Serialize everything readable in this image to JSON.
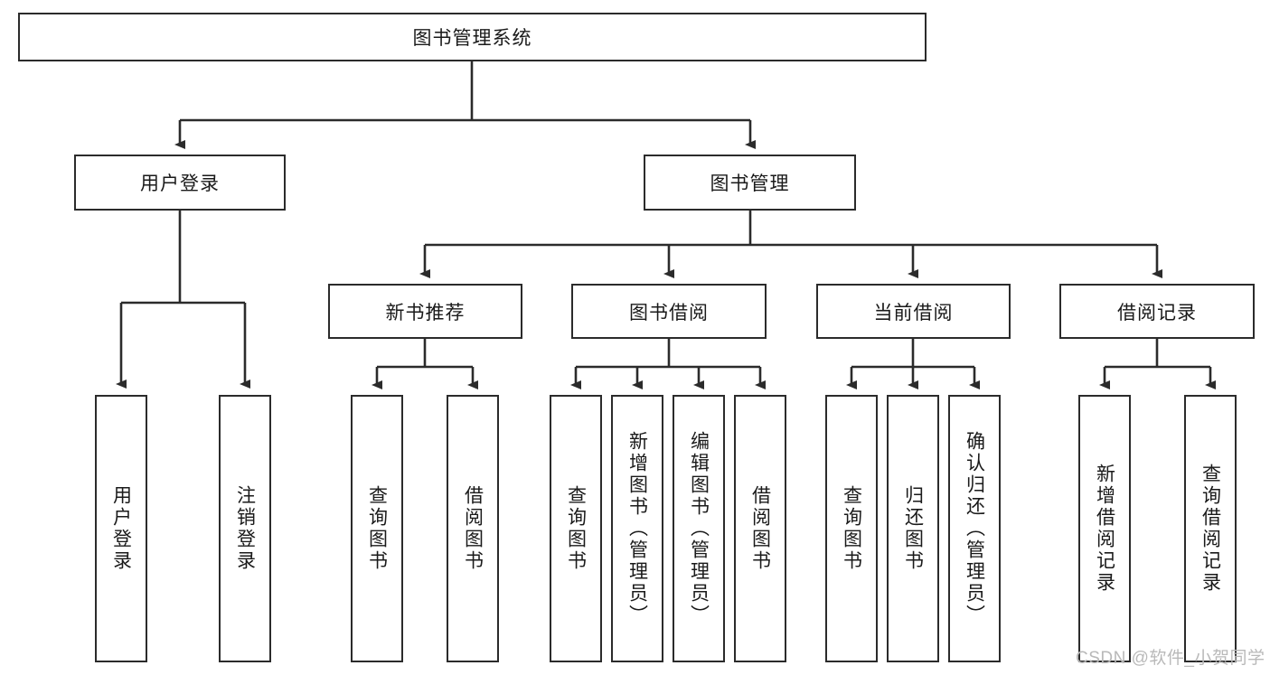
{
  "diagram": {
    "title_node": {
      "label": "图书管理系统"
    },
    "level2": [
      {
        "id": "user-login",
        "label": "用户登录"
      },
      {
        "id": "book-manage",
        "label": "图书管理"
      }
    ],
    "level3": [
      {
        "id": "new-book-recommend",
        "label": "新书推荐"
      },
      {
        "id": "book-borrow",
        "label": "图书借阅"
      },
      {
        "id": "current-borrow",
        "label": "当前借阅"
      },
      {
        "id": "borrow-record",
        "label": "借阅记录"
      }
    ],
    "leaves": {
      "user_login": [
        {
          "id": "leaf-user-login",
          "label": "用户登录"
        },
        {
          "id": "leaf-logout-login",
          "label": "注销登录"
        }
      ],
      "new_book_recommend": [
        {
          "id": "leaf-query-book-1",
          "label": "查询图书"
        },
        {
          "id": "leaf-borrow-book-1",
          "label": "借阅图书"
        }
      ],
      "book_borrow": [
        {
          "id": "leaf-query-book-2",
          "label": "查询图书"
        },
        {
          "id": "leaf-add-book-admin",
          "label": "新增图书（管理员）"
        },
        {
          "id": "leaf-edit-book-admin",
          "label": "编辑图书（管理员）"
        },
        {
          "id": "leaf-borrow-book-2",
          "label": "借阅图书"
        }
      ],
      "current_borrow": [
        {
          "id": "leaf-query-book-3",
          "label": "查询图书"
        },
        {
          "id": "leaf-return-book",
          "label": "归还图书"
        },
        {
          "id": "leaf-confirm-return-admin",
          "label": "确认归还（管理员）"
        }
      ],
      "borrow_record": [
        {
          "id": "leaf-add-borrow-record",
          "label": "新增借阅记录"
        },
        {
          "id": "leaf-query-borrow-record",
          "label": "查询借阅记录"
        }
      ]
    },
    "watermark": "CSDN @软件_小贺同学",
    "colors": {
      "border": "#2b2b2b",
      "text": "#1a1a1a",
      "background": "#ffffff",
      "watermark": "#b9b9b9"
    }
  }
}
